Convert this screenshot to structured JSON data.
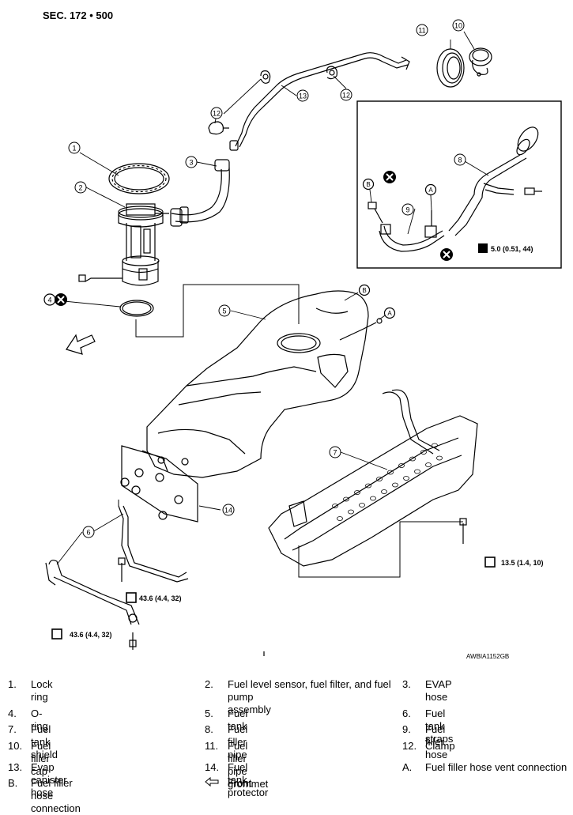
{
  "header": {
    "section": "SEC. 172 • 500"
  },
  "figure_code": "AWBIA1152GB",
  "callouts": [
    "1",
    "2",
    "3",
    "4",
    "5",
    "6",
    "7",
    "8",
    "9",
    "10",
    "11",
    "12",
    "12",
    "13",
    "14"
  ],
  "letters": {
    "a1": "A",
    "a2": "A",
    "b1": "B",
    "b2": "B"
  },
  "torques": {
    "t1": "5.0 (0.51, 44)",
    "t2": "13.5 (1.4, 10)",
    "t3": "43.6 (4.4, 32)",
    "t4": "43.6 (4.4, 32)"
  },
  "legend": [
    {
      "num": "1.",
      "text": "Lock ring"
    },
    {
      "num": "2.",
      "text": "Fuel level sensor, fuel filter, and fuel"
    },
    {
      "num": "3.",
      "text": "EVAP hose"
    },
    {
      "num": "",
      "text": "pump assembly"
    },
    {
      "num": "4.",
      "text": "O-ring"
    },
    {
      "num": "5.",
      "text": "Fuel tank"
    },
    {
      "num": "6.",
      "text": "Fuel tank straps"
    },
    {
      "num": "7.",
      "text": "Fuel tank shield"
    },
    {
      "num": "8.",
      "text": "Fuel filler pipe"
    },
    {
      "num": "9.",
      "text": "Fuel filler hose"
    },
    {
      "num": "10.",
      "text": "Fuel filler cap"
    },
    {
      "num": "11.",
      "text": "Fuel filler pipe grommet"
    },
    {
      "num": "12.",
      "text": "Clamp"
    },
    {
      "num": "13.",
      "text": "Evap canister hose"
    },
    {
      "num": "14.",
      "text": "Fuel tank protector"
    },
    {
      "num": "A.",
      "text": "Fuel filler hose vent connection"
    },
    {
      "num": "B.",
      "text": "Fuel filler hose connection"
    },
    {
      "num": "",
      "text": "Front"
    }
  ]
}
